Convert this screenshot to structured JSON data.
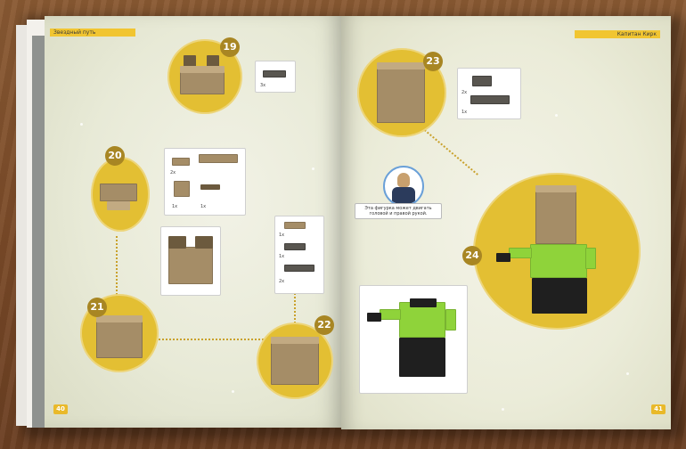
{
  "book": {
    "left_header": "Звездный путь",
    "right_header": "Капитан Кирк",
    "left_page_number": "40",
    "right_page_number": "41",
    "bubble_text": "Эта фигурка может двигать головой и правой рукой."
  },
  "steps": [
    {
      "number": "19",
      "parts": [
        {
          "qty": "3x"
        }
      ]
    },
    {
      "number": "20",
      "parts": [
        {
          "qty": "2x"
        },
        {
          "qty": "1x"
        },
        {
          "qty": "1x"
        }
      ]
    },
    {
      "number": "21",
      "parts": []
    },
    {
      "number": "22",
      "parts": [
        {
          "qty": "1x"
        },
        {
          "qty": "1x"
        },
        {
          "qty": "2x"
        }
      ]
    },
    {
      "number": "23",
      "parts": [
        {
          "qty": "2x"
        },
        {
          "qty": "1x"
        }
      ]
    },
    {
      "number": "24",
      "parts": []
    }
  ],
  "colors": {
    "accent_yellow": "#e3bf33",
    "header_yellow": "#f1c531",
    "brick_tan": "#a58d67",
    "uniform_green": "#8fd33a"
  }
}
